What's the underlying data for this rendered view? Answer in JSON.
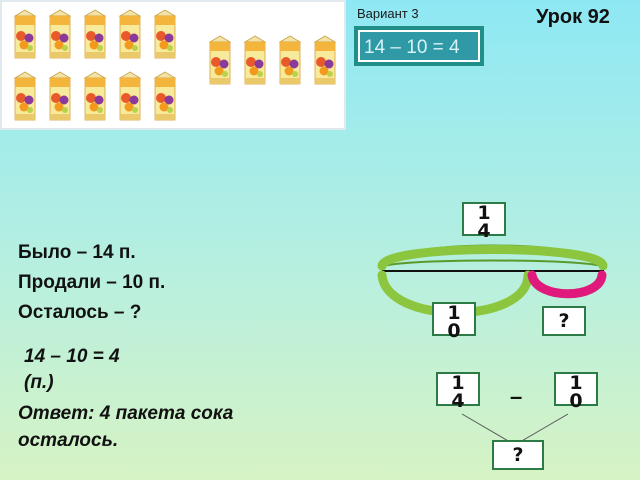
{
  "header": {
    "variant": "Вариант 3",
    "lesson": "Урок 92",
    "equation": "14 – 10 = 4"
  },
  "story": {
    "was": "Было – 14 п.",
    "sold": "Продали – 10 п.",
    "left": "Осталось – ?",
    "solution_line1": "14 – 10 = 4",
    "solution_line2": "(п.)",
    "answer_line1": "Ответ: 4 пакета сока",
    "answer_line2": "осталось."
  },
  "diagram": {
    "total_digits": [
      "1",
      "4"
    ],
    "sold_digits": [
      "1",
      "0"
    ],
    "unknown": "?",
    "colors": {
      "whole": "#8cc63f",
      "part": "#e0197d"
    }
  },
  "expression": {
    "left_digits": [
      "1",
      "4"
    ],
    "right_digits": [
      "1",
      "0"
    ],
    "operator": "–",
    "result": "?"
  },
  "carton_count": 14,
  "carton_icon": "juice-carton-icon"
}
